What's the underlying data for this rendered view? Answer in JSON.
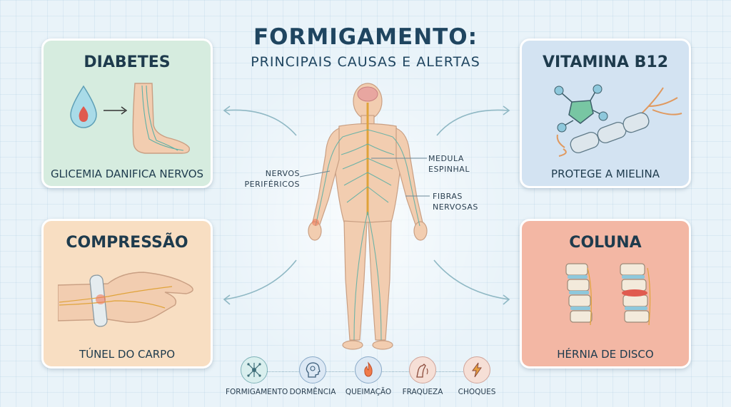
{
  "title": "FORMIGAMENTO:",
  "subtitle": "PRINCIPAIS CAUSAS E ALERTAS",
  "cards": {
    "diabetes": {
      "title": "DIABETES",
      "caption": "GLICEMIA DANIFICA NERVOS"
    },
    "b12": {
      "title": "VITAMINA B12",
      "caption": "PROTEGE A MIELINA"
    },
    "compressao": {
      "title": "COMPRESSÃO",
      "caption": "TÚNEL DO CARPO"
    },
    "coluna": {
      "title": "COLUNA",
      "caption": "HÉRNIA DE DISCO"
    }
  },
  "body_labels": {
    "nervos": [
      "NERVOS",
      "PERIFÉRICOS"
    ],
    "medula": [
      "MEDULA",
      "ESPINHAL"
    ],
    "fibras": [
      "FIBRAS",
      "NERVOSAS"
    ]
  },
  "symptoms": [
    {
      "label": "FORMIGAMENTO",
      "icon": "network-icon"
    },
    {
      "label": "DORMÊNCIA",
      "icon": "head-icon"
    },
    {
      "label": "QUEIMAÇÃO",
      "icon": "flame-icon"
    },
    {
      "label": "FRAQUEZA",
      "icon": "weak-arm-icon"
    },
    {
      "label": "CHOQUES",
      "icon": "lightning-icon"
    }
  ],
  "colors": {
    "title": "#1f4560",
    "diabetes_card": "#d6ecdf",
    "b12_card": "#d3e3f2",
    "compressao_card": "#f8dec2",
    "coluna_card": "#f3b7a4",
    "nerve": "#5fb0a6",
    "spine": "#e0a33a"
  }
}
